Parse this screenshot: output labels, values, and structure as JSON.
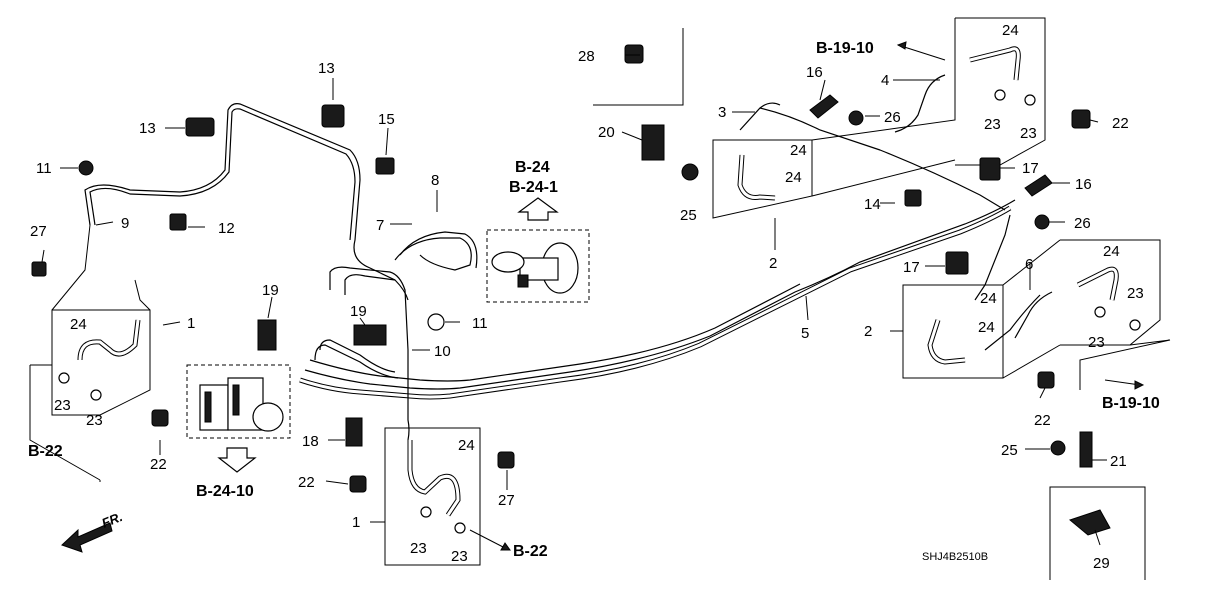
{
  "labels": {
    "p1a": "1",
    "p1b": "1",
    "p2a": "2",
    "p2b": "2",
    "p3": "3",
    "p4": "4",
    "p5": "5",
    "p6": "6",
    "p7": "7",
    "p8": "8",
    "p9": "9",
    "p10": "10",
    "p11a": "11",
    "p11b": "11",
    "p12": "12",
    "p13a": "13",
    "p13b": "13",
    "p14": "14",
    "p15": "15",
    "p16a": "16",
    "p16b": "16",
    "p17a": "17",
    "p17b": "17",
    "p18": "18",
    "p19a": "19",
    "p19b": "19",
    "p20": "20",
    "p21": "21",
    "p22a": "22",
    "p22b": "22",
    "p22c": "22",
    "p22d": "22",
    "p23a": "23",
    "p23b": "23",
    "p23c": "23",
    "p23d": "23",
    "p23e": "23",
    "p23f": "23",
    "p23g": "23",
    "p23h": "23",
    "p24a": "24",
    "p24b": "24",
    "p24c": "24",
    "p24d": "24",
    "p24e": "24",
    "p24f": "24",
    "p24g": "24",
    "p24h": "24",
    "p25a": "25",
    "p25b": "25",
    "p26a": "26",
    "p26b": "26",
    "p27a": "27",
    "p27b": "27",
    "p28": "28",
    "p29": "29"
  },
  "refs": {
    "b1910_top": "B-19-10",
    "b1910_right": "B-19-10",
    "b24": "B-24",
    "b241": "B-24-1",
    "b2410": "B-24-10",
    "b22_left": "B-22",
    "b22_bottom": "B-22"
  },
  "front_marker": "FR.",
  "diagram_code": "SHJ4B2510B"
}
